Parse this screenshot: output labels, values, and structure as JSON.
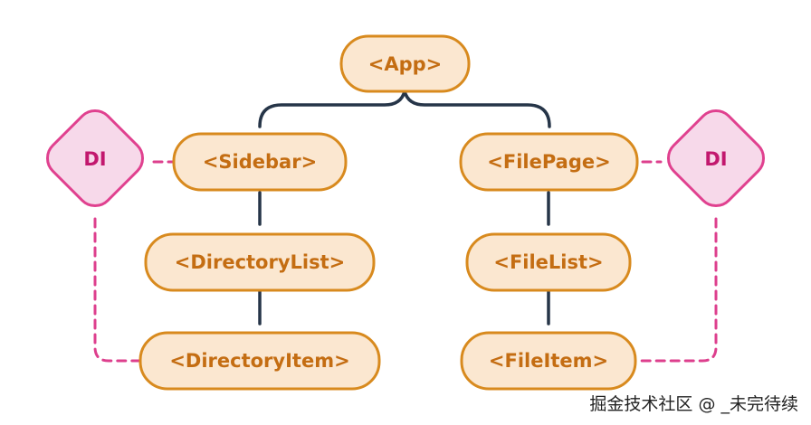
{
  "nodes": {
    "app": "<App>",
    "sidebar": "<Sidebar>",
    "filepage": "<FilePage>",
    "directorylist": "<DirectoryList>",
    "directoryitem": "<DirectoryItem>",
    "filelist": "<FileList>",
    "fileitem": "<FileItem>"
  },
  "di": {
    "left": "DI",
    "right": "DI"
  },
  "watermark": "掘金技术社区 @ _未完待续",
  "colors": {
    "node_fill": "#fbe7d0",
    "node_stroke": "#d88a1e",
    "node_text": "#c46d12",
    "di_fill": "#f7d9ea",
    "di_stroke": "#e0418f",
    "di_text": "#c2186e",
    "connector": "#263548",
    "dashed_connector": "#dd3f8d"
  }
}
